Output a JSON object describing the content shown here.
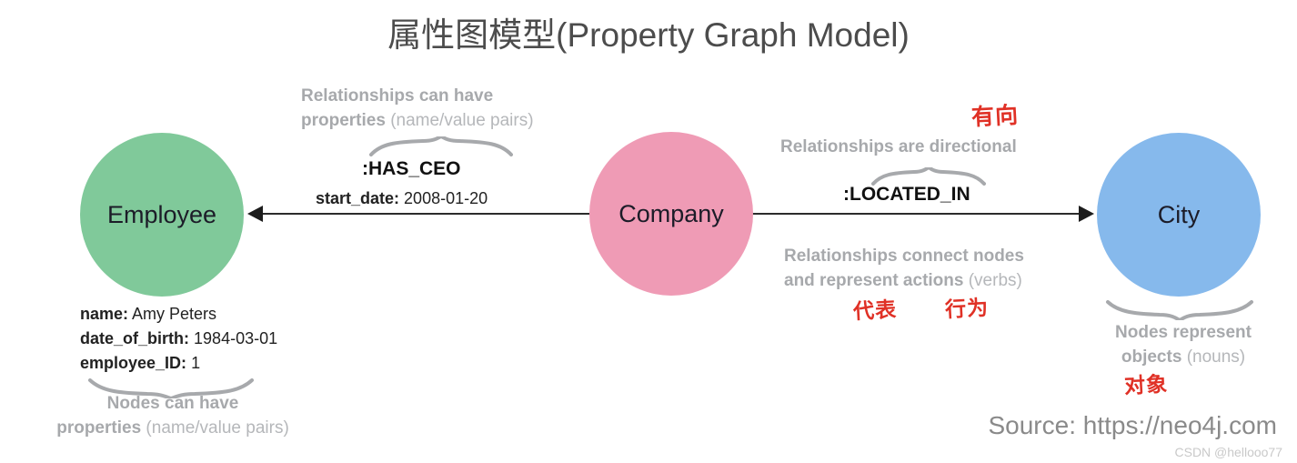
{
  "title": "属性图模型(Property Graph Model)",
  "nodes": [
    {
      "id": "employee",
      "label": "Employee",
      "color": "#80c99a"
    },
    {
      "id": "company",
      "label": "Company",
      "color": "#ef9bb5"
    },
    {
      "id": "city",
      "label": "City",
      "color": "#86b9ec"
    }
  ],
  "relationships": [
    {
      "id": "has_ceo",
      "type": ":HAS_CEO",
      "direction": "company-to-employee",
      "property_key": "start_date:",
      "property_value": "2008-01-20"
    },
    {
      "id": "located_in",
      "type": ":LOCATED_IN",
      "direction": "company-to-city"
    }
  ],
  "employee_properties": [
    {
      "key": "name:",
      "value": "Amy Peters"
    },
    {
      "key": "date_of_birth:",
      "value": "1984-03-01"
    },
    {
      "key": "employee_ID:",
      "value": "1"
    }
  ],
  "annotations": {
    "rel_props_line1": "Relationships can have",
    "rel_props_line2_bold": "properties",
    "rel_props_line2_light": "(name/value pairs)",
    "rel_directional": "Relationships are directional",
    "rel_connect_line1": "Relationships connect nodes",
    "rel_connect_line2_bold": "and represent actions",
    "rel_connect_line2_light": "(verbs)",
    "node_props_line1": "Nodes can have",
    "node_props_line2_bold": "properties",
    "node_props_line2_light": "(name/value pairs)",
    "node_objects_line1": "Nodes represent",
    "node_objects_line2_bold": "objects",
    "node_objects_line2_light": "(nouns)"
  },
  "red_notes": {
    "directional": "有向",
    "represent": "代表",
    "actions": "行为",
    "objects": "对象"
  },
  "footer": {
    "source": "Source: https://neo4j.com",
    "watermark": "CSDN @hellooo77"
  },
  "colors": {
    "green": "#80c99a",
    "pink": "#ef9bb5",
    "blue": "#86b9ec",
    "annotation_gray": "#a7a9ac",
    "red": "#e03126"
  }
}
